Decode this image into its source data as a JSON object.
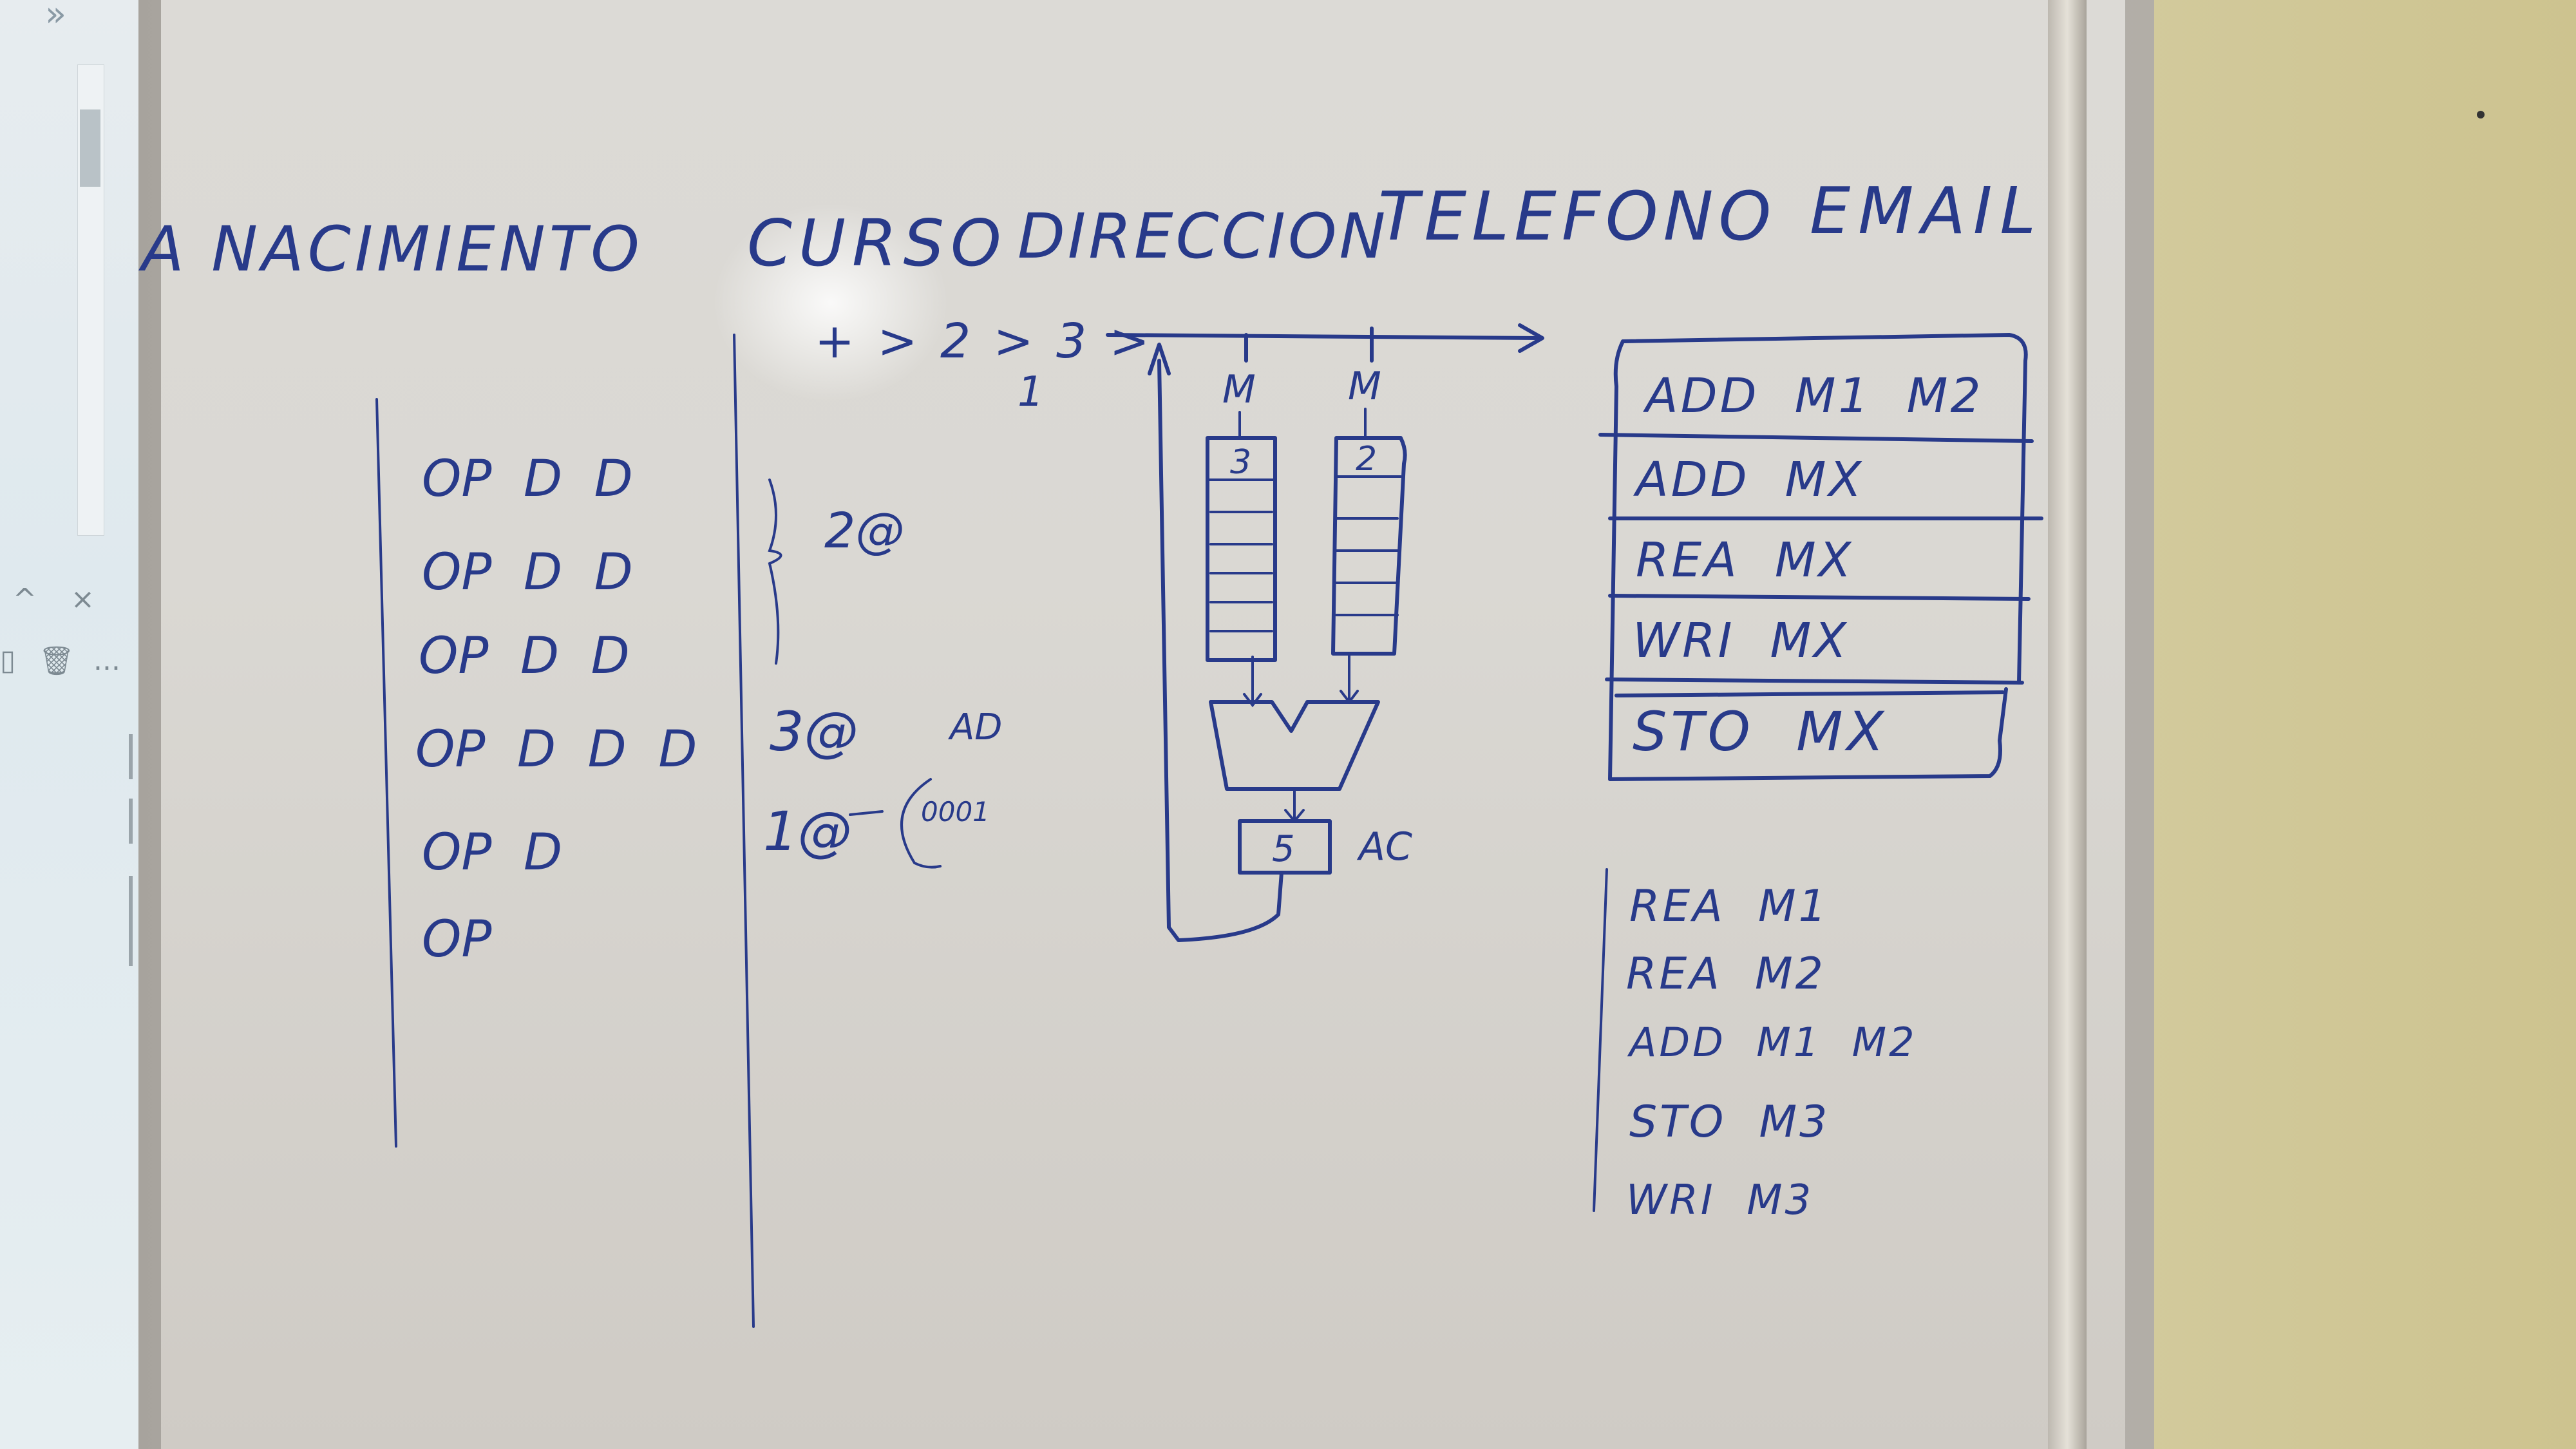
{
  "header": {
    "columns": [
      "A NACIMIENTO",
      "CURSO",
      "DIRECCION",
      "TELEFONO",
      "EMAIL"
    ]
  },
  "left_list": {
    "rows": [
      "OP  D  D",
      "OP  D  D",
      "OP  D  D",
      "OP  D  D  D",
      "OP  D",
      "OP"
    ]
  },
  "middle": {
    "sequence": "+ > 2 > 3 >",
    "tick": "1",
    "brace_label": "2@",
    "note_3": "3@",
    "note_ad": "AD",
    "note_1": "1@",
    "note_bits": "0001"
  },
  "diagram": {
    "bus_labels": [
      "M",
      "M"
    ],
    "stack_left_top": "3",
    "stack_right_top": "2",
    "acc_value": "5",
    "acc_label": "AC"
  },
  "table": {
    "rows": [
      "ADD  M1  M2",
      "ADD  MX",
      "REA  MX",
      "WRI  MX",
      "STO  MX"
    ]
  },
  "program": {
    "lines": [
      "REA  M1",
      "REA  M2",
      "ADD  M1  M2",
      "STO  M3",
      "WRI  M3"
    ]
  },
  "panel": {
    "chevron": "»",
    "up": "^",
    "close": "×",
    "more": "..."
  }
}
